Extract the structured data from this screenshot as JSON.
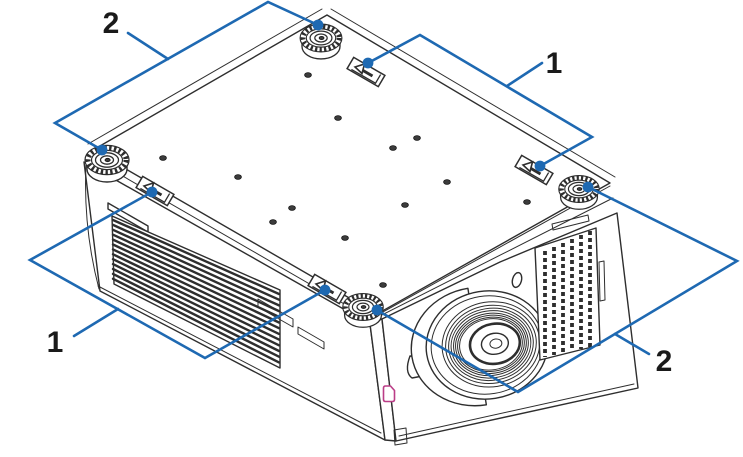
{
  "figure": {
    "type": "line-art technical illustration",
    "subject": "Projector viewed from the bottom with numbered callouts",
    "colors": {
      "callout": "#1e69b2",
      "line": "#2e2e2e",
      "label": "#1a1a1a",
      "badge": "#bb3d87",
      "background": "#ffffff"
    },
    "callouts": [
      {
        "id": "top-left",
        "label": "2"
      },
      {
        "id": "top-right",
        "label": "1"
      },
      {
        "id": "bottom-left",
        "label": "1"
      },
      {
        "id": "bottom-right",
        "label": "2"
      }
    ]
  }
}
